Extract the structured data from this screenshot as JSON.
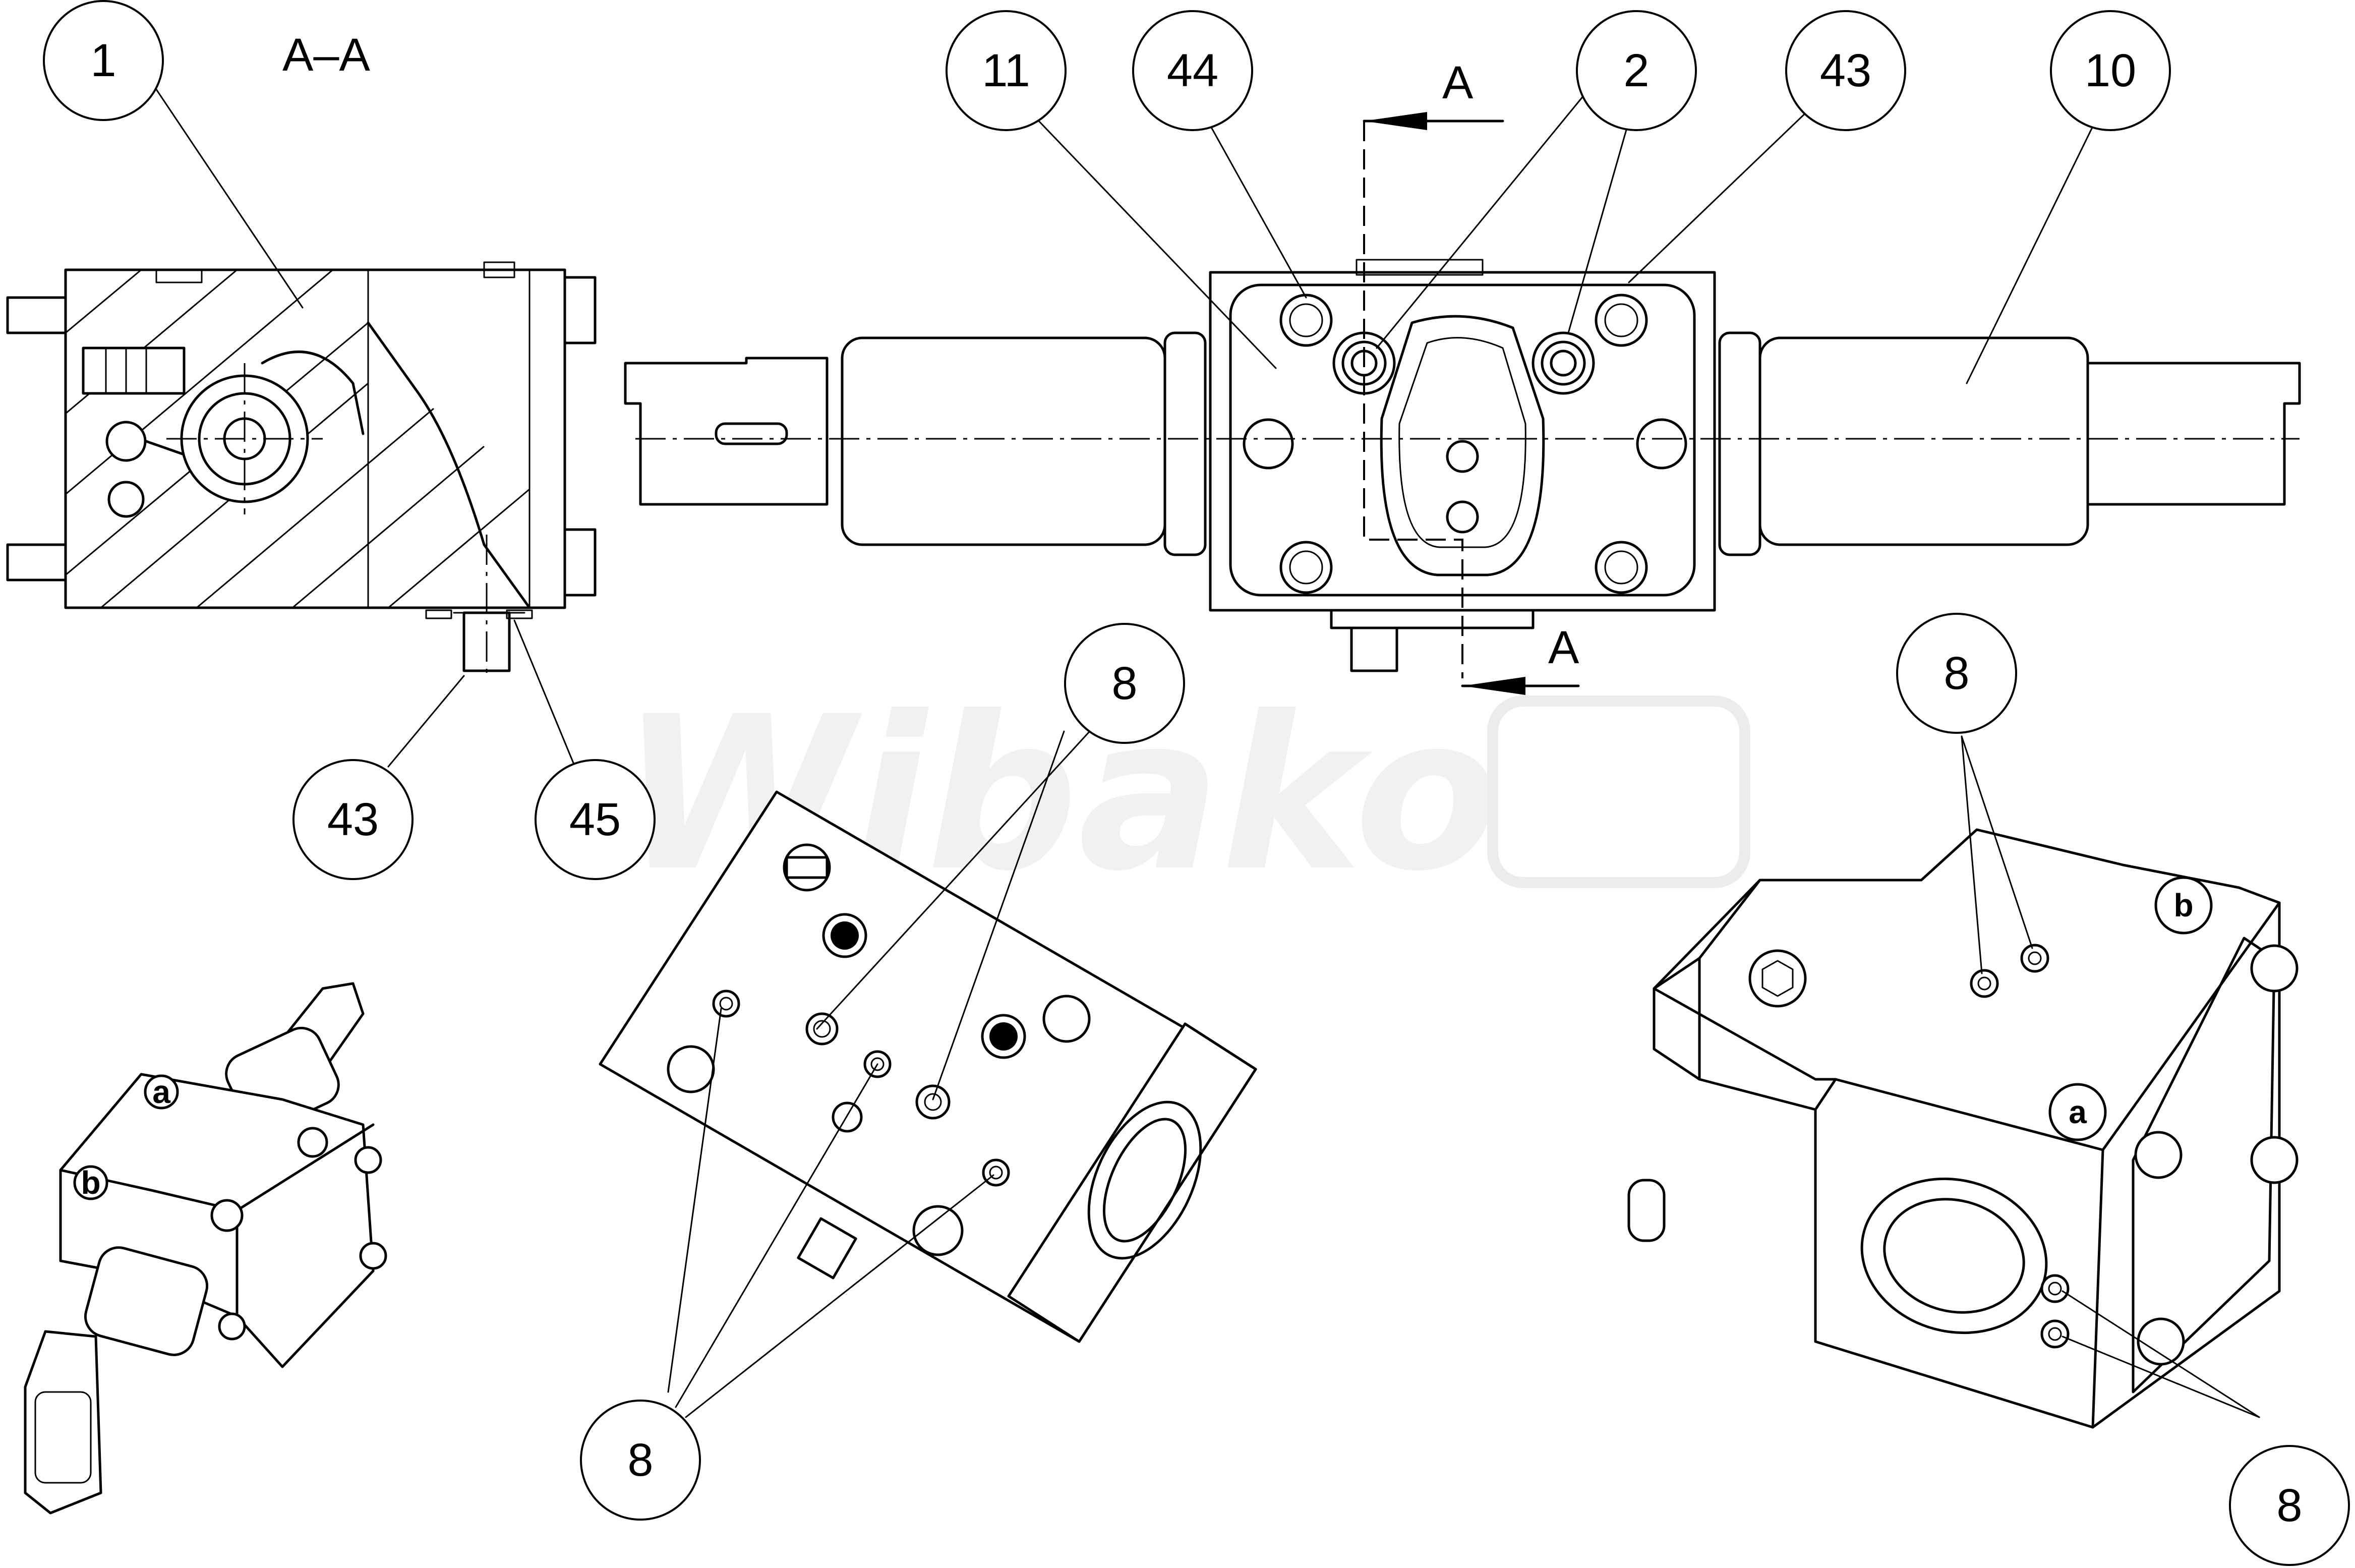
{
  "section_label": "A–A",
  "section_marks": {
    "top": "A",
    "bottom": "A"
  },
  "watermark": "Wibako",
  "callouts": {
    "c1": "1",
    "c11": "11",
    "c44": "44",
    "c2": "2",
    "c43_top": "43",
    "c10": "10",
    "c43_bottom": "43",
    "c45": "45",
    "c8_mid_top": "8",
    "c8_mid_bottom": "8",
    "c8_right_top": "8",
    "c8_right_bottom": "8"
  },
  "port_marks": {
    "a": "a",
    "b": "b"
  },
  "colors": {
    "line": "#000000",
    "background": "#ffffff",
    "watermark": "#f1f1f1"
  }
}
